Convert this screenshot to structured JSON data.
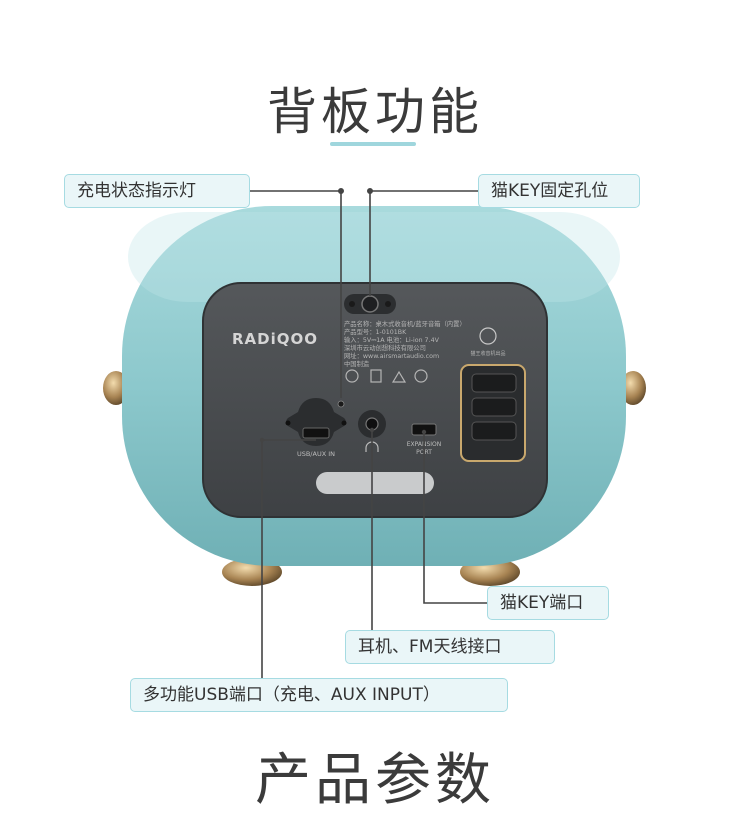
{
  "heading_top": "背板功能",
  "heading_bottom": "产品参数",
  "callouts": {
    "charge_led": "充电状态指示灯",
    "cat_key_hole": "猫KEY固定孔位",
    "cat_key_port": "猫KEY端口",
    "earphone_fm": "耳机、FM天线接口",
    "usb_port": "多功能USB端口（充电、AUX INPUT）"
  },
  "device": {
    "brand": "RADiQOO",
    "label_lines": [
      "产品名称：桌木式收音机/蓝牙音箱（内置）",
      "产品型号：1-0101BK",
      "输入：5V⎓1A  电池：Li-ion 7.4V",
      "深圳市云动创想科技有限公司",
      "网址：www.airsmartaudio.com",
      "中国制造"
    ],
    "usb_aux_label": "USB/AUX IN",
    "expansion_label_1": "EXPANSION",
    "expansion_label_2": "PORT",
    "badge_text": "猫王收音机出品"
  },
  "colors": {
    "body_teal": "#8cc8cc",
    "panel_dark": "#4a4d50",
    "callout_border": "#a6dbe2",
    "callout_bg": "#eaf6f8"
  }
}
